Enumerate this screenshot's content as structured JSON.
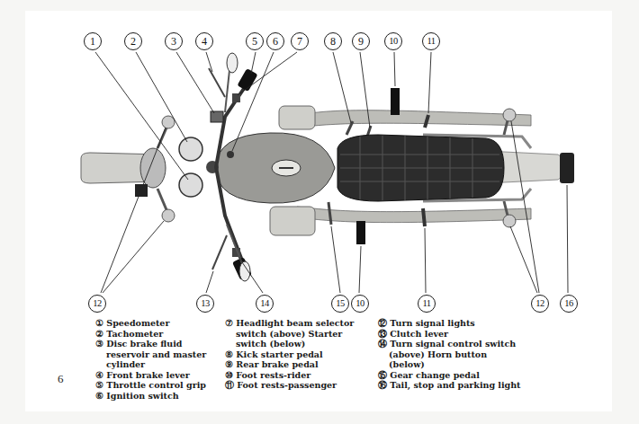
{
  "diagram": {
    "labels": [
      "1",
      "2",
      "3",
      "4",
      "5",
      "6",
      "7",
      "8",
      "9",
      "10",
      "11",
      "12",
      "13",
      "14",
      "15",
      "10",
      "11",
      "12",
      "16",
      "① Speedometer",
      "② Tachometer",
      "③ Disc brake fluid reservoir and master cylinder",
      "④ Front brake lever",
      "⑤ Throttle control grip",
      "⑥ Ignition switch",
      "⑦ Headlight beam selector switch (above) Starter switch (below)",
      "⑧ Kick starter pedal",
      "⑨ Rear brake pedal",
      "⑩ Foot rests-rider",
      "⑪ Foot rests-passenger",
      "⑫ Turn signal lights",
      "⑬ Clutch lever",
      "⑭ Turn signal control switch (above) Horn button (below)",
      "⑮ Gear change pedal",
      "⑯ Tail, stop and parking light",
      "6"
    ]
  }
}
